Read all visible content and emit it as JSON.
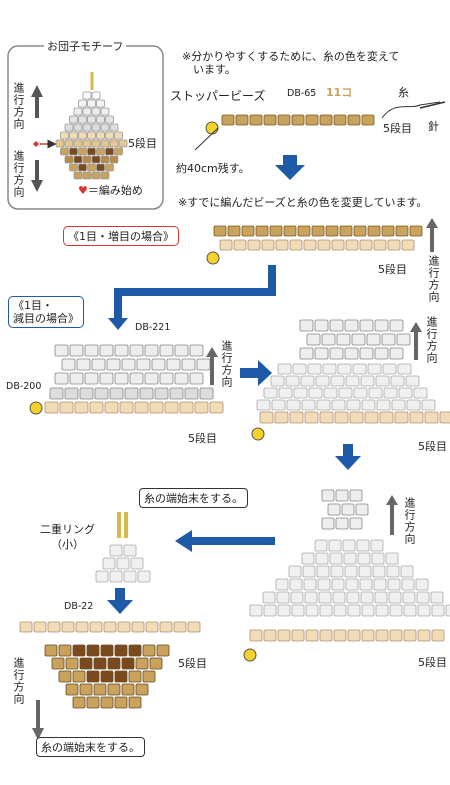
{
  "motif": {
    "title": "お団子モチーフ",
    "row_label": "5段目",
    "legend": "＝編み始め"
  },
  "labels": {
    "color_note": "※分かりやすくするために、糸の色を変えて\n　います。",
    "stopper_bead": "ストッパービーズ",
    "db65": "DB-65",
    "count": "11コ",
    "thread": "糸",
    "needle": "針",
    "row5": "5段目",
    "leave_40cm": "約40cm残す。",
    "knitted_note": "※すでに編んだビーズと糸の色を変更しています。",
    "case_increase": "《1目・増目の場合》",
    "case_decrease": "《1目・\n減目の場合》",
    "db221": "DB-221",
    "db200": "DB-200",
    "direction": "進行方向",
    "finish_thread": "糸の端始末をする。",
    "double_ring": "二重リング\n（小）",
    "db22": "DB-22"
  },
  "colors": {
    "brown": "#c9a25c",
    "cream": "#f2dcb8",
    "dark": "#7a4a1e",
    "blue": "#1e5aa8",
    "red": "#d33",
    "yellow": "#f4d22a"
  }
}
